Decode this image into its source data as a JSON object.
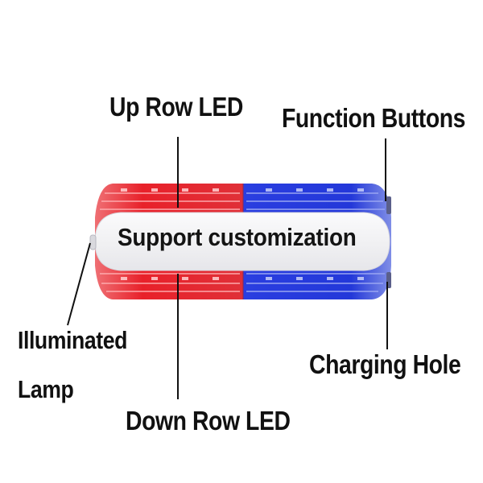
{
  "labels": {
    "up_row_led": "Up Row LED",
    "function_buttons": "Function Buttons",
    "illuminated": "Illuminated",
    "lamp": "Lamp",
    "charging_hole": "Charging Hole",
    "down_row_led": "Down Row LED"
  },
  "device": {
    "center_text": "Support customization",
    "colors": {
      "red_led": "#e8212a",
      "blue_led": "#2338d9",
      "panel": "#f4f4f6"
    }
  }
}
